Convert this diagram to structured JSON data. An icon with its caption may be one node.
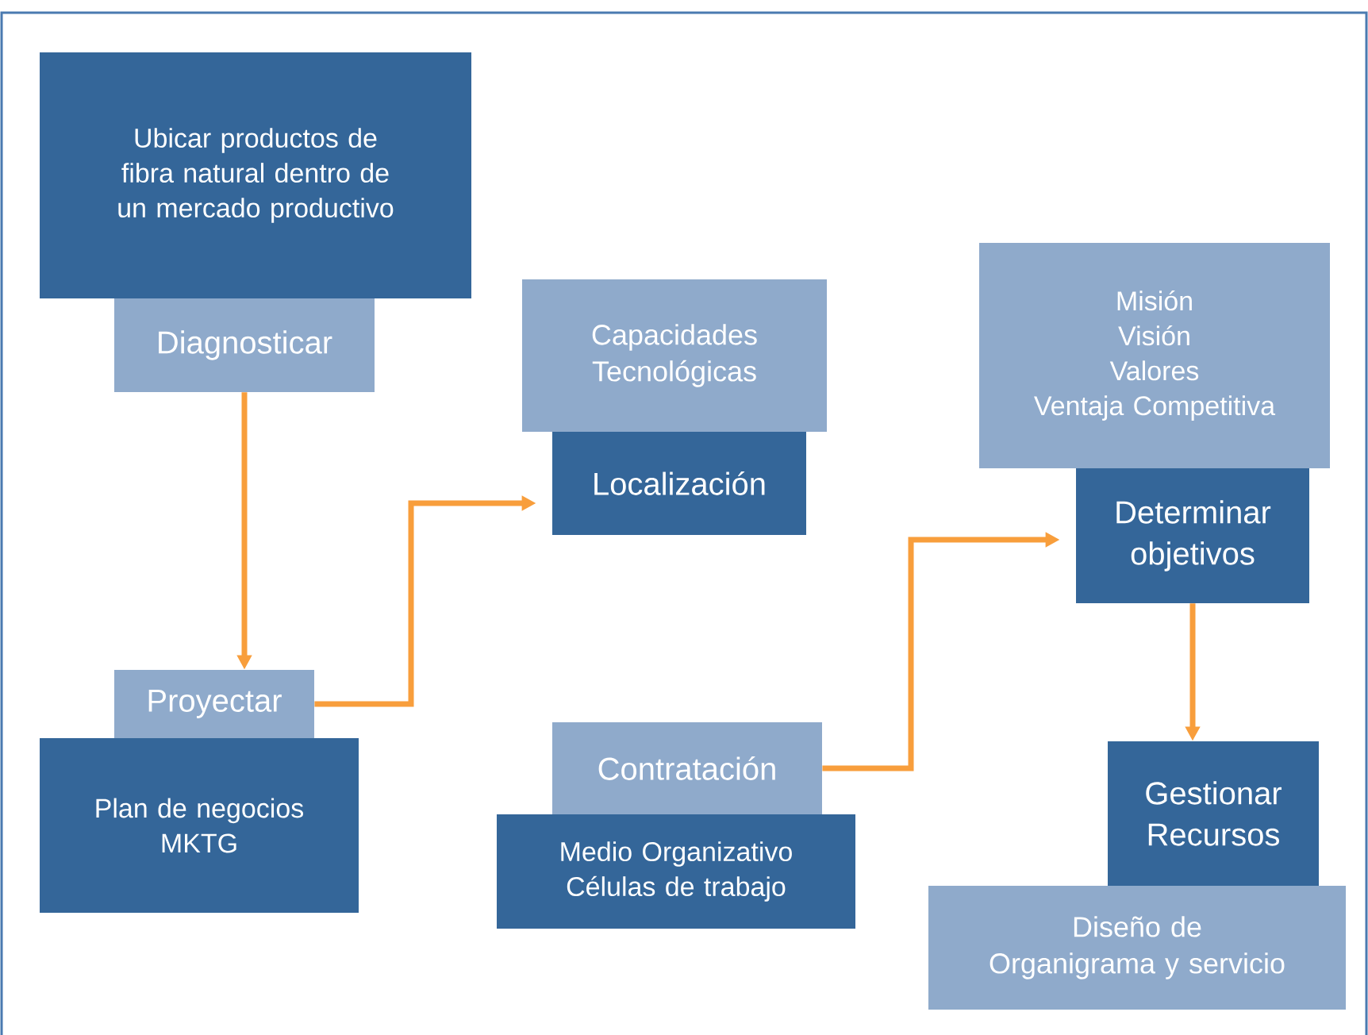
{
  "diagram": {
    "nodes": [
      {
        "text": [
          "Ubicar productos de fibra natural dentro de un mercado productivo"
        ]
      },
      {
        "text": [
          "Diagnosticar"
        ]
      },
      {
        "text": [
          "Proyectar"
        ]
      },
      {
        "text": [
          "Plan de negocios",
          "MKTG"
        ]
      },
      {
        "text": [
          "Capacidades Tecnológicas"
        ]
      },
      {
        "text": [
          "Localización"
        ]
      },
      {
        "text": [
          "Contratación"
        ]
      },
      {
        "text": [
          "Medio Organizativo",
          "Células de trabajo"
        ]
      },
      {
        "text": [
          "Misión",
          "Visión",
          "Valores",
          "Ventaja Competitiva"
        ]
      },
      {
        "text": [
          "Determinar objetivos"
        ]
      },
      {
        "text": [
          "Gestionar Recursos"
        ]
      },
      {
        "text": [
          "Diseño de",
          "Organigrama y servicio"
        ]
      }
    ],
    "edges": [
      {
        "from": 1,
        "to": 2,
        "arrow": "to"
      },
      {
        "from": 2,
        "to": 5,
        "arrow": "to"
      },
      {
        "from": 6,
        "to": 9,
        "arrow": "to"
      },
      {
        "from": 9,
        "to": 10,
        "arrow": "to"
      }
    ]
  }
}
